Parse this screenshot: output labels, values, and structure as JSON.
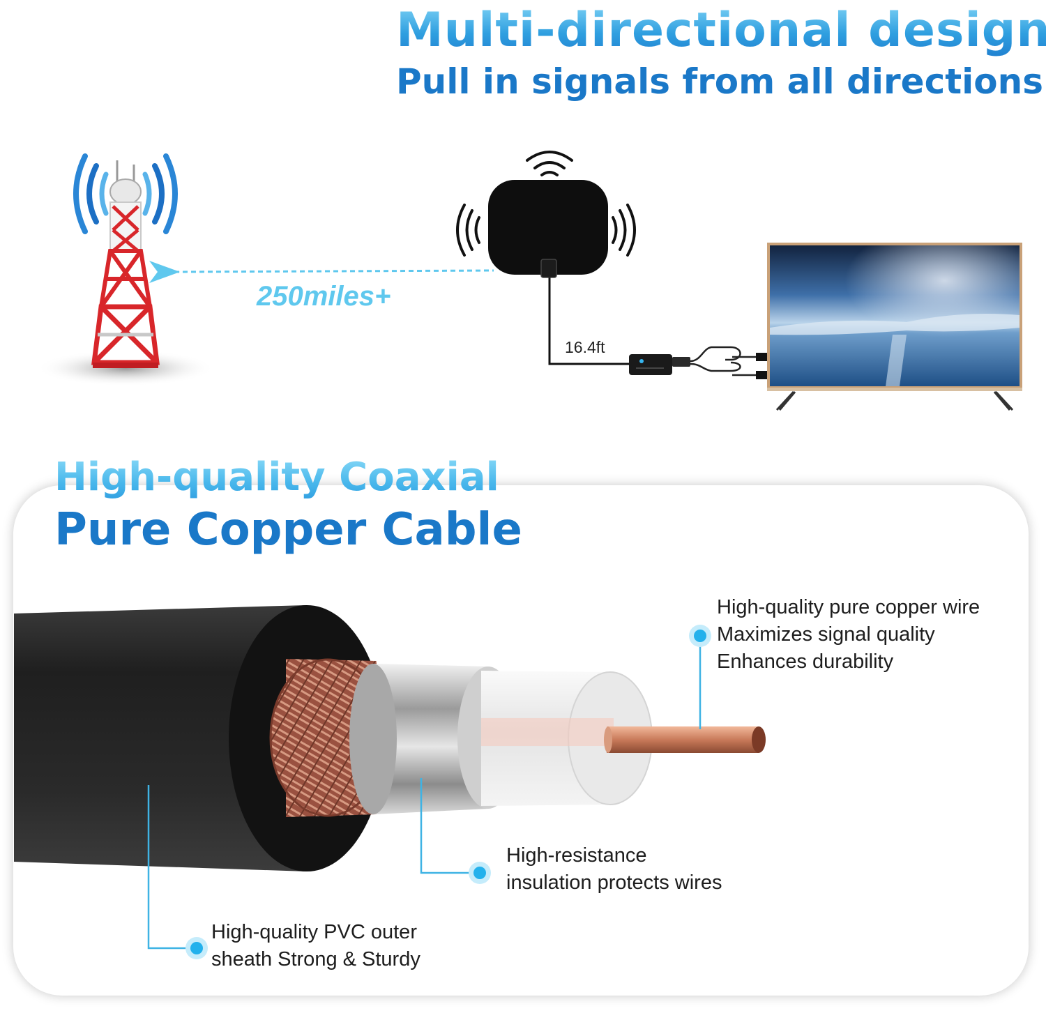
{
  "heading": {
    "title": "Multi-directional design",
    "subtitle": "Pull in signals from all directions"
  },
  "range_label": "250miles+",
  "cable_length_label": "16.4ft",
  "cable_section": {
    "title_line1": "High-quality Coaxial",
    "title_line2": "Pure Copper Cable"
  },
  "callouts": {
    "copper": [
      "High-quality pure copper wire",
      "Maximizes signal quality",
      "Enhances durability"
    ],
    "insulation": [
      "High-resistance",
      "insulation protects wires"
    ],
    "sheath": [
      "High-quality PVC outer",
      "sheath Strong & Sturdy"
    ]
  },
  "colors": {
    "primary_blue": "#1a78c8",
    "light_blue": "#5fc8ee",
    "tower_red": "#d8262a",
    "copper": "#c97a5a"
  }
}
